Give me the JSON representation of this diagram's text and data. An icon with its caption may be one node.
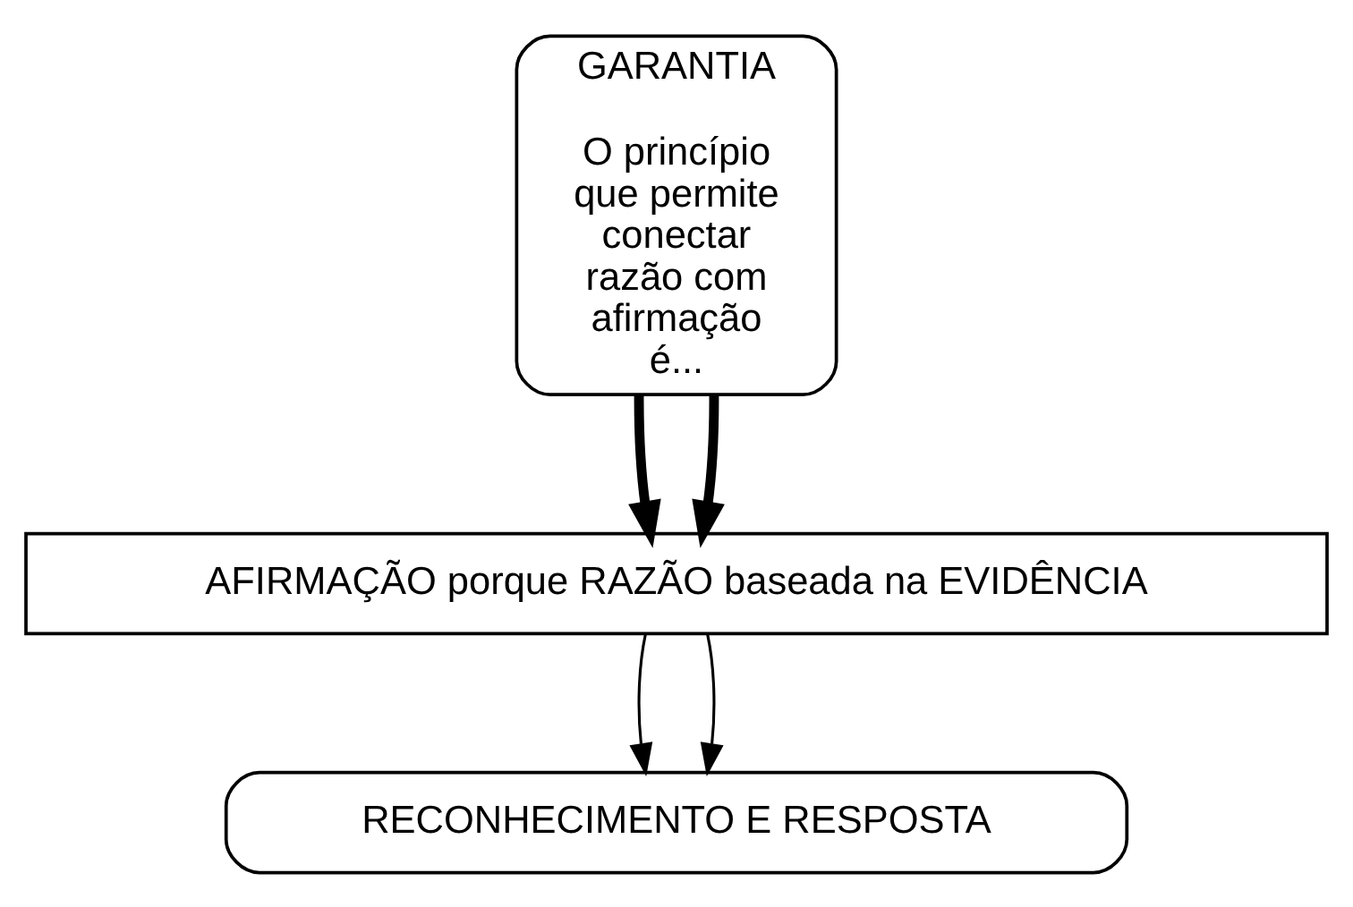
{
  "diagram": {
    "nodes": [
      {
        "text": [
          "GARANTIA",
          "O princípio que permite conectar razão com afirmação é..."
        ]
      },
      {
        "text": [
          "AFIRMAÇÃO porque RAZÃO baseada na EVIDÊNCIA"
        ]
      },
      {
        "text": [
          "RECONHECIMENTO E RESPOSTA"
        ]
      }
    ],
    "edges": [
      {
        "from": 0,
        "to": 1,
        "arrow": "to",
        "style": "thick"
      },
      {
        "from": 0,
        "to": 1,
        "arrow": "to",
        "style": "thick"
      },
      {
        "from": 1,
        "to": 2,
        "arrow": "to"
      },
      {
        "from": 1,
        "to": 2,
        "arrow": "to"
      }
    ]
  }
}
